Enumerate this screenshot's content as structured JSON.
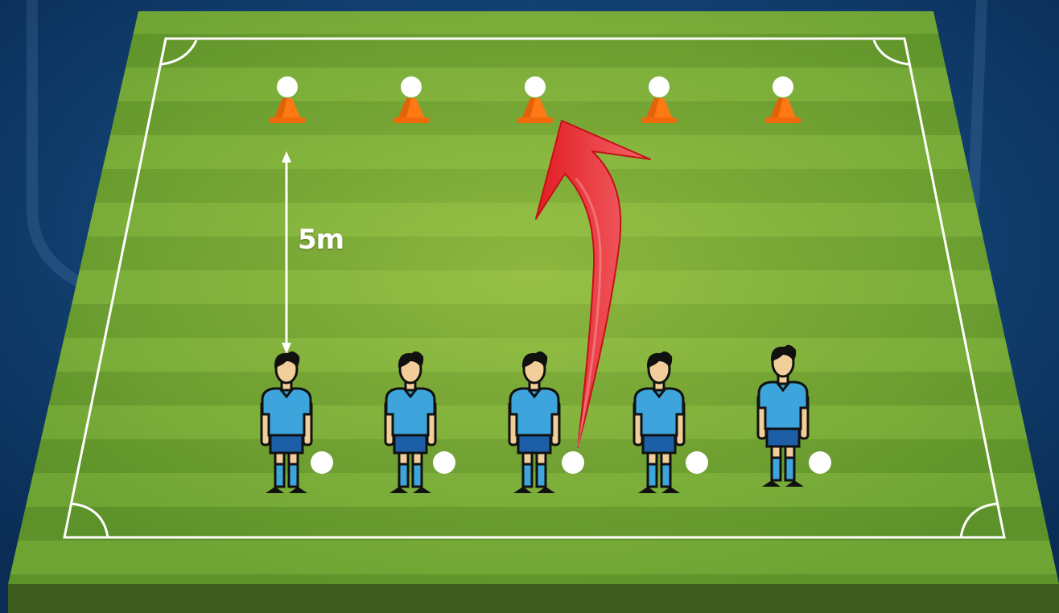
{
  "diagram": {
    "distance_label": "5m",
    "colors": {
      "background": "#0d3a68",
      "grass_light": "#7fb43a",
      "grass_dark": "#5f9128",
      "pitch_edge": "#3e5c1e",
      "pitch_lines": "#ffffff",
      "cone": "#ff7a14",
      "jersey": "#3da5dc",
      "shorts": "#1d5fa6",
      "arrow": "#e8222b"
    },
    "cone_count": 5,
    "player_count": 5,
    "ball_count": 10
  }
}
